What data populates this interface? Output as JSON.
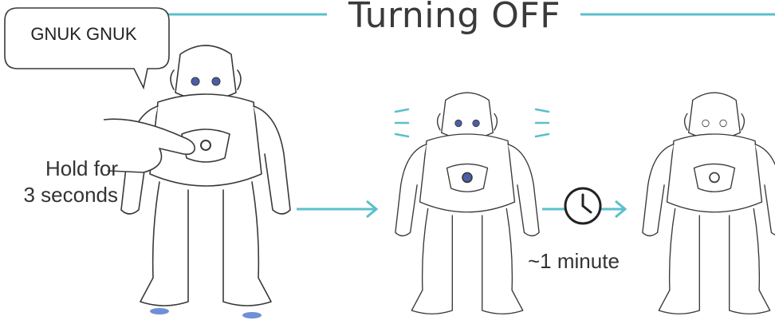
{
  "title": "Turning OFF",
  "speech": "GNUK GNUK",
  "instruction": {
    "line1": "Hold for",
    "line2": "3 seconds"
  },
  "wait_label": "~1 minute",
  "colors": {
    "accent": "#5bbfcb",
    "outline": "#3a3a3a",
    "eye": "#4b5fa8",
    "foot_light": "#6f8fd6"
  },
  "icons": [
    "clock-icon",
    "arrow-right-icon",
    "speech-bubble-icon",
    "finger-icon"
  ]
}
